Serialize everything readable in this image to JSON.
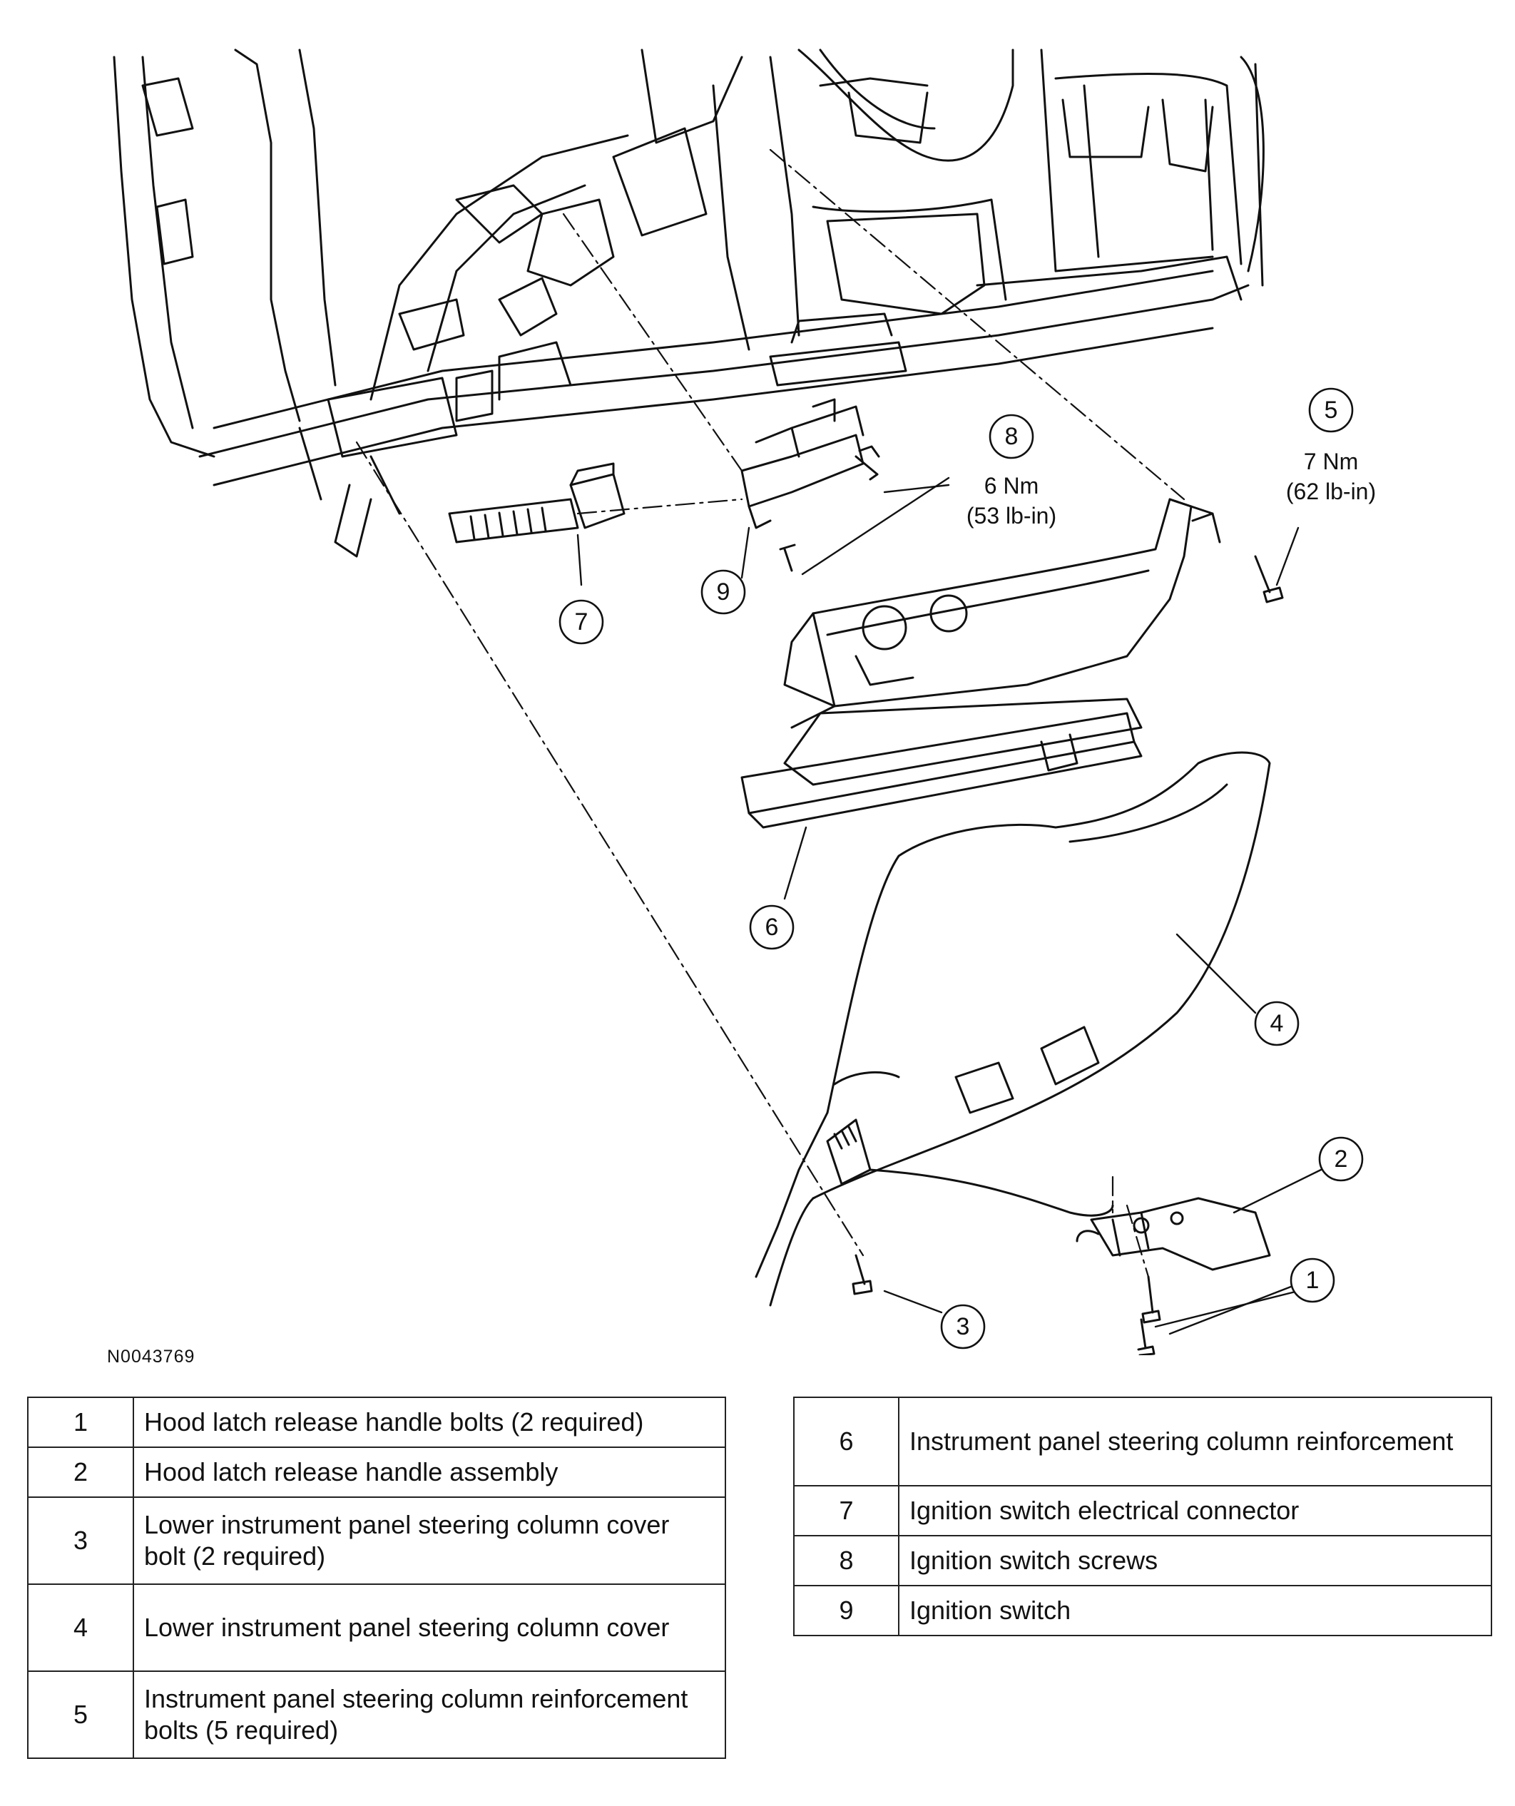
{
  "figure_id": "N0043769",
  "callouts": [
    {
      "number": "1"
    },
    {
      "number": "2"
    },
    {
      "number": "3"
    },
    {
      "number": "4"
    },
    {
      "number": "5",
      "torque_nm": "7 Nm",
      "torque_lbin": "(62 lb-in)"
    },
    {
      "number": "6"
    },
    {
      "number": "7"
    },
    {
      "number": "8",
      "torque_nm": "6 Nm",
      "torque_lbin": "(53 lb-in)"
    },
    {
      "number": "9"
    }
  ],
  "legend_left": [
    {
      "num": "1",
      "desc": "Hood latch release handle bolts (2 required)"
    },
    {
      "num": "2",
      "desc": "Hood latch release handle assembly"
    },
    {
      "num": "3",
      "desc": "Lower instrument panel steering column cover bolt (2 required)"
    },
    {
      "num": "4",
      "desc": "Lower instrument panel steering column cover"
    },
    {
      "num": "5",
      "desc": "Instrument panel steering column reinforcement bolts (5 required)"
    }
  ],
  "legend_right": [
    {
      "num": "6",
      "desc": "Instrument panel steering column reinforcement"
    },
    {
      "num": "7",
      "desc": "Ignition switch electrical connector"
    },
    {
      "num": "8",
      "desc": "Ignition switch screws"
    },
    {
      "num": "9",
      "desc": "Ignition switch"
    }
  ]
}
